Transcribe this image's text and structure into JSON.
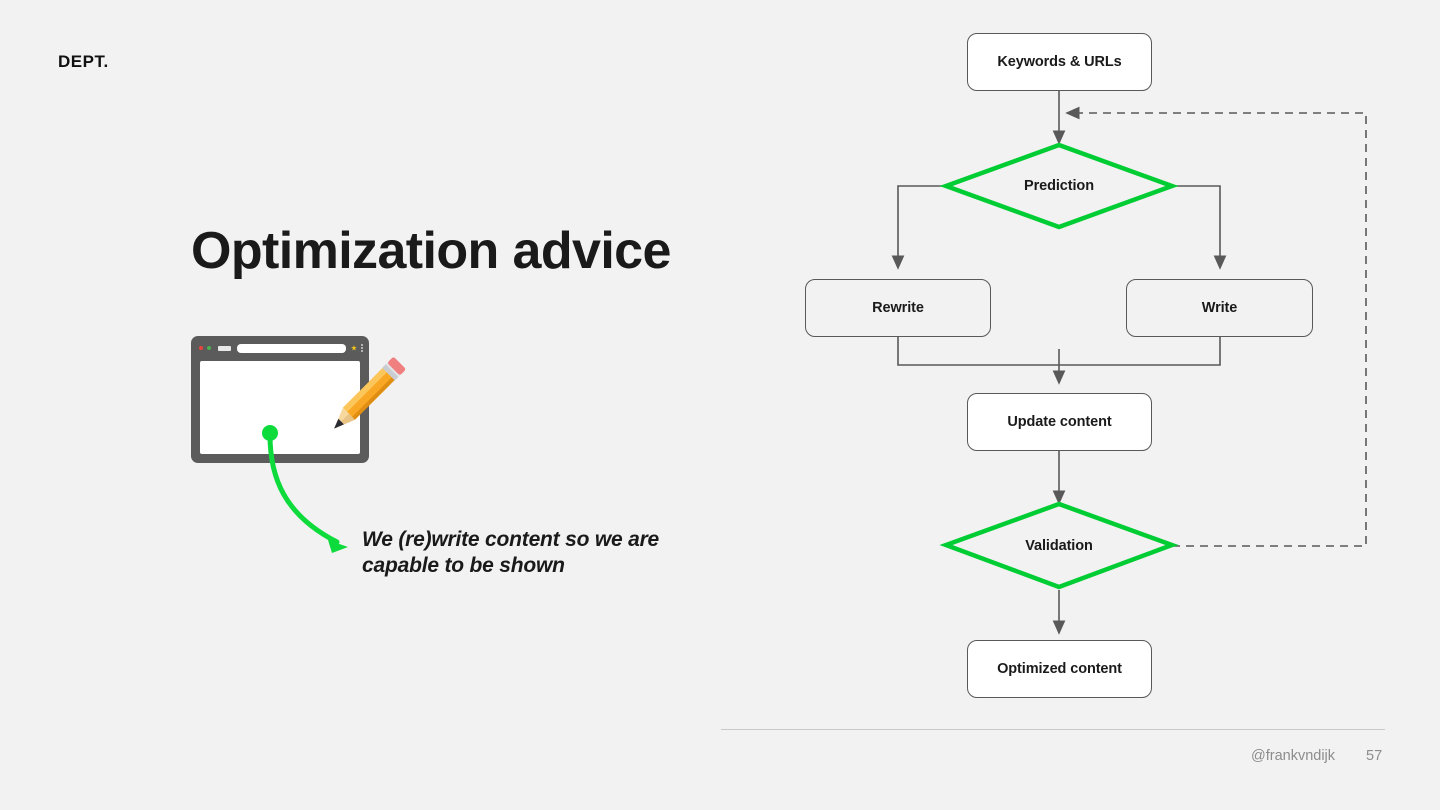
{
  "brand": {
    "logo_text": "DEPT."
  },
  "slide": {
    "title": "Optimization advice",
    "callout_text": "We (re)write content so we are capable to be shown"
  },
  "illustration": {
    "browser_name": "browser-window",
    "pencil_name": "pencil-icon",
    "arrow_name": "green-curved-arrow"
  },
  "flowchart": {
    "nodes": [
      {
        "id": "keywords",
        "label": "Keywords & URLs",
        "shape": "rounded-rect",
        "fill": "#ffffff",
        "border": "#595959"
      },
      {
        "id": "prediction",
        "label": "Prediction",
        "shape": "diamond",
        "fill": "none",
        "border": "#00cc33"
      },
      {
        "id": "rewrite",
        "label": "Rewrite",
        "shape": "rounded-rect",
        "fill": "#f2f2f2",
        "border": "#595959"
      },
      {
        "id": "write",
        "label": "Write",
        "shape": "rounded-rect",
        "fill": "#f2f2f2",
        "border": "#595959"
      },
      {
        "id": "update",
        "label": "Update content",
        "shape": "rounded-rect",
        "fill": "#ffffff",
        "border": "#595959"
      },
      {
        "id": "validation",
        "label": "Validation",
        "shape": "diamond",
        "fill": "none",
        "border": "#00cc33"
      },
      {
        "id": "optimized",
        "label": "Optimized content",
        "shape": "rounded-rect",
        "fill": "#ffffff",
        "border": "#595959"
      }
    ],
    "edges": [
      {
        "from": "keywords",
        "to": "prediction",
        "style": "solid"
      },
      {
        "from": "prediction",
        "to": "rewrite",
        "style": "solid"
      },
      {
        "from": "prediction",
        "to": "write",
        "style": "solid"
      },
      {
        "from": "rewrite",
        "to": "update",
        "style": "solid"
      },
      {
        "from": "write",
        "to": "update",
        "style": "solid"
      },
      {
        "from": "update",
        "to": "validation",
        "style": "solid"
      },
      {
        "from": "validation",
        "to": "optimized",
        "style": "solid"
      },
      {
        "from": "validation",
        "to": "prediction",
        "style": "dashed"
      }
    ]
  },
  "footer": {
    "handle": "@frankvndijk",
    "page_number": "57"
  },
  "colors": {
    "background": "#f2f2f2",
    "accent_green": "#00cc33",
    "line_gray": "#595959",
    "text_dark": "#1a1a1a",
    "text_muted": "#8c8c8c",
    "pencil_body": "#f9a825",
    "pencil_eraser": "#f08080"
  }
}
